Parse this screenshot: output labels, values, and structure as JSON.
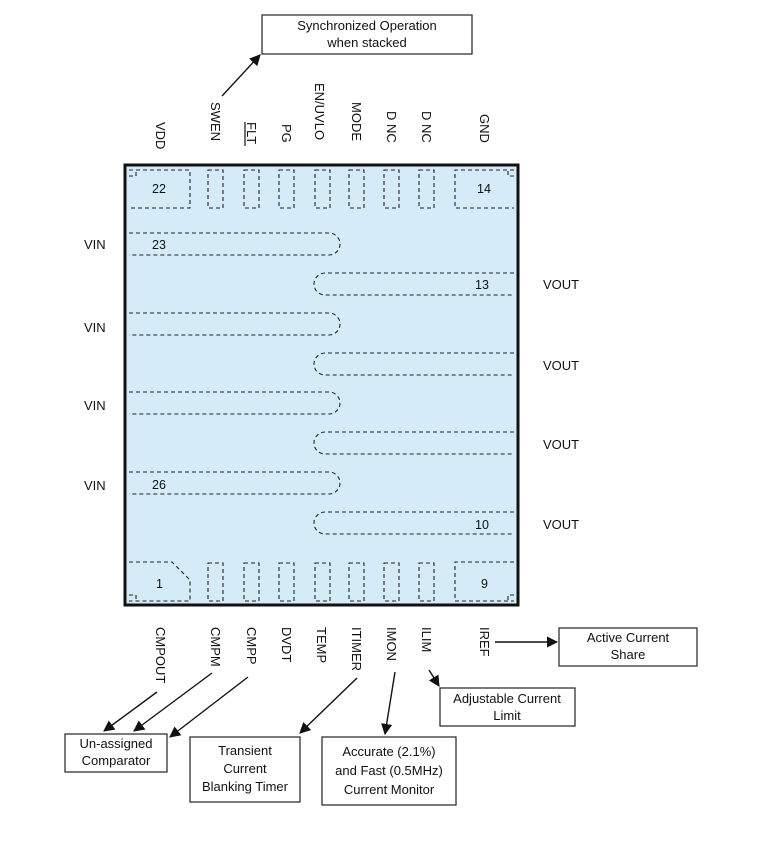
{
  "top_pins": [
    "VDD",
    "SWEN",
    "FLT",
    "PG",
    "EN/UVLO",
    "MODE",
    "D NC",
    "D NC",
    "GND"
  ],
  "bottom_pins": [
    "CMPOUT",
    "CMPM",
    "CMPP",
    "DVDT",
    "TEMP",
    "ITIMER",
    "IMON",
    "ILIM",
    "IREF"
  ],
  "left_labels": [
    "VIN",
    "VIN",
    "VIN",
    "VIN"
  ],
  "right_labels": [
    "VOUT",
    "VOUT",
    "VOUT",
    "VOUT"
  ],
  "pin_numbers": {
    "p22": "22",
    "p14": "14",
    "p23": "23",
    "p13": "13",
    "p26": "26",
    "p10": "10",
    "p1": "1",
    "p9": "9"
  },
  "callouts": {
    "sync": [
      "Synchronized Operation",
      "when stacked"
    ],
    "share": [
      "Active Current",
      "Share"
    ],
    "ilim": [
      "Adjustable Current",
      "Limit"
    ],
    "comparator": [
      "Un-assigned",
      "Comparator"
    ],
    "timer": [
      "Transient",
      "Current",
      "Blanking Timer"
    ],
    "monitor": [
      "Accurate (2.1%)",
      "and Fast (0.5MHz)",
      "Current Monitor"
    ]
  },
  "colors": {
    "package_fill": "#d5ecf8",
    "package_border": "#111111"
  }
}
